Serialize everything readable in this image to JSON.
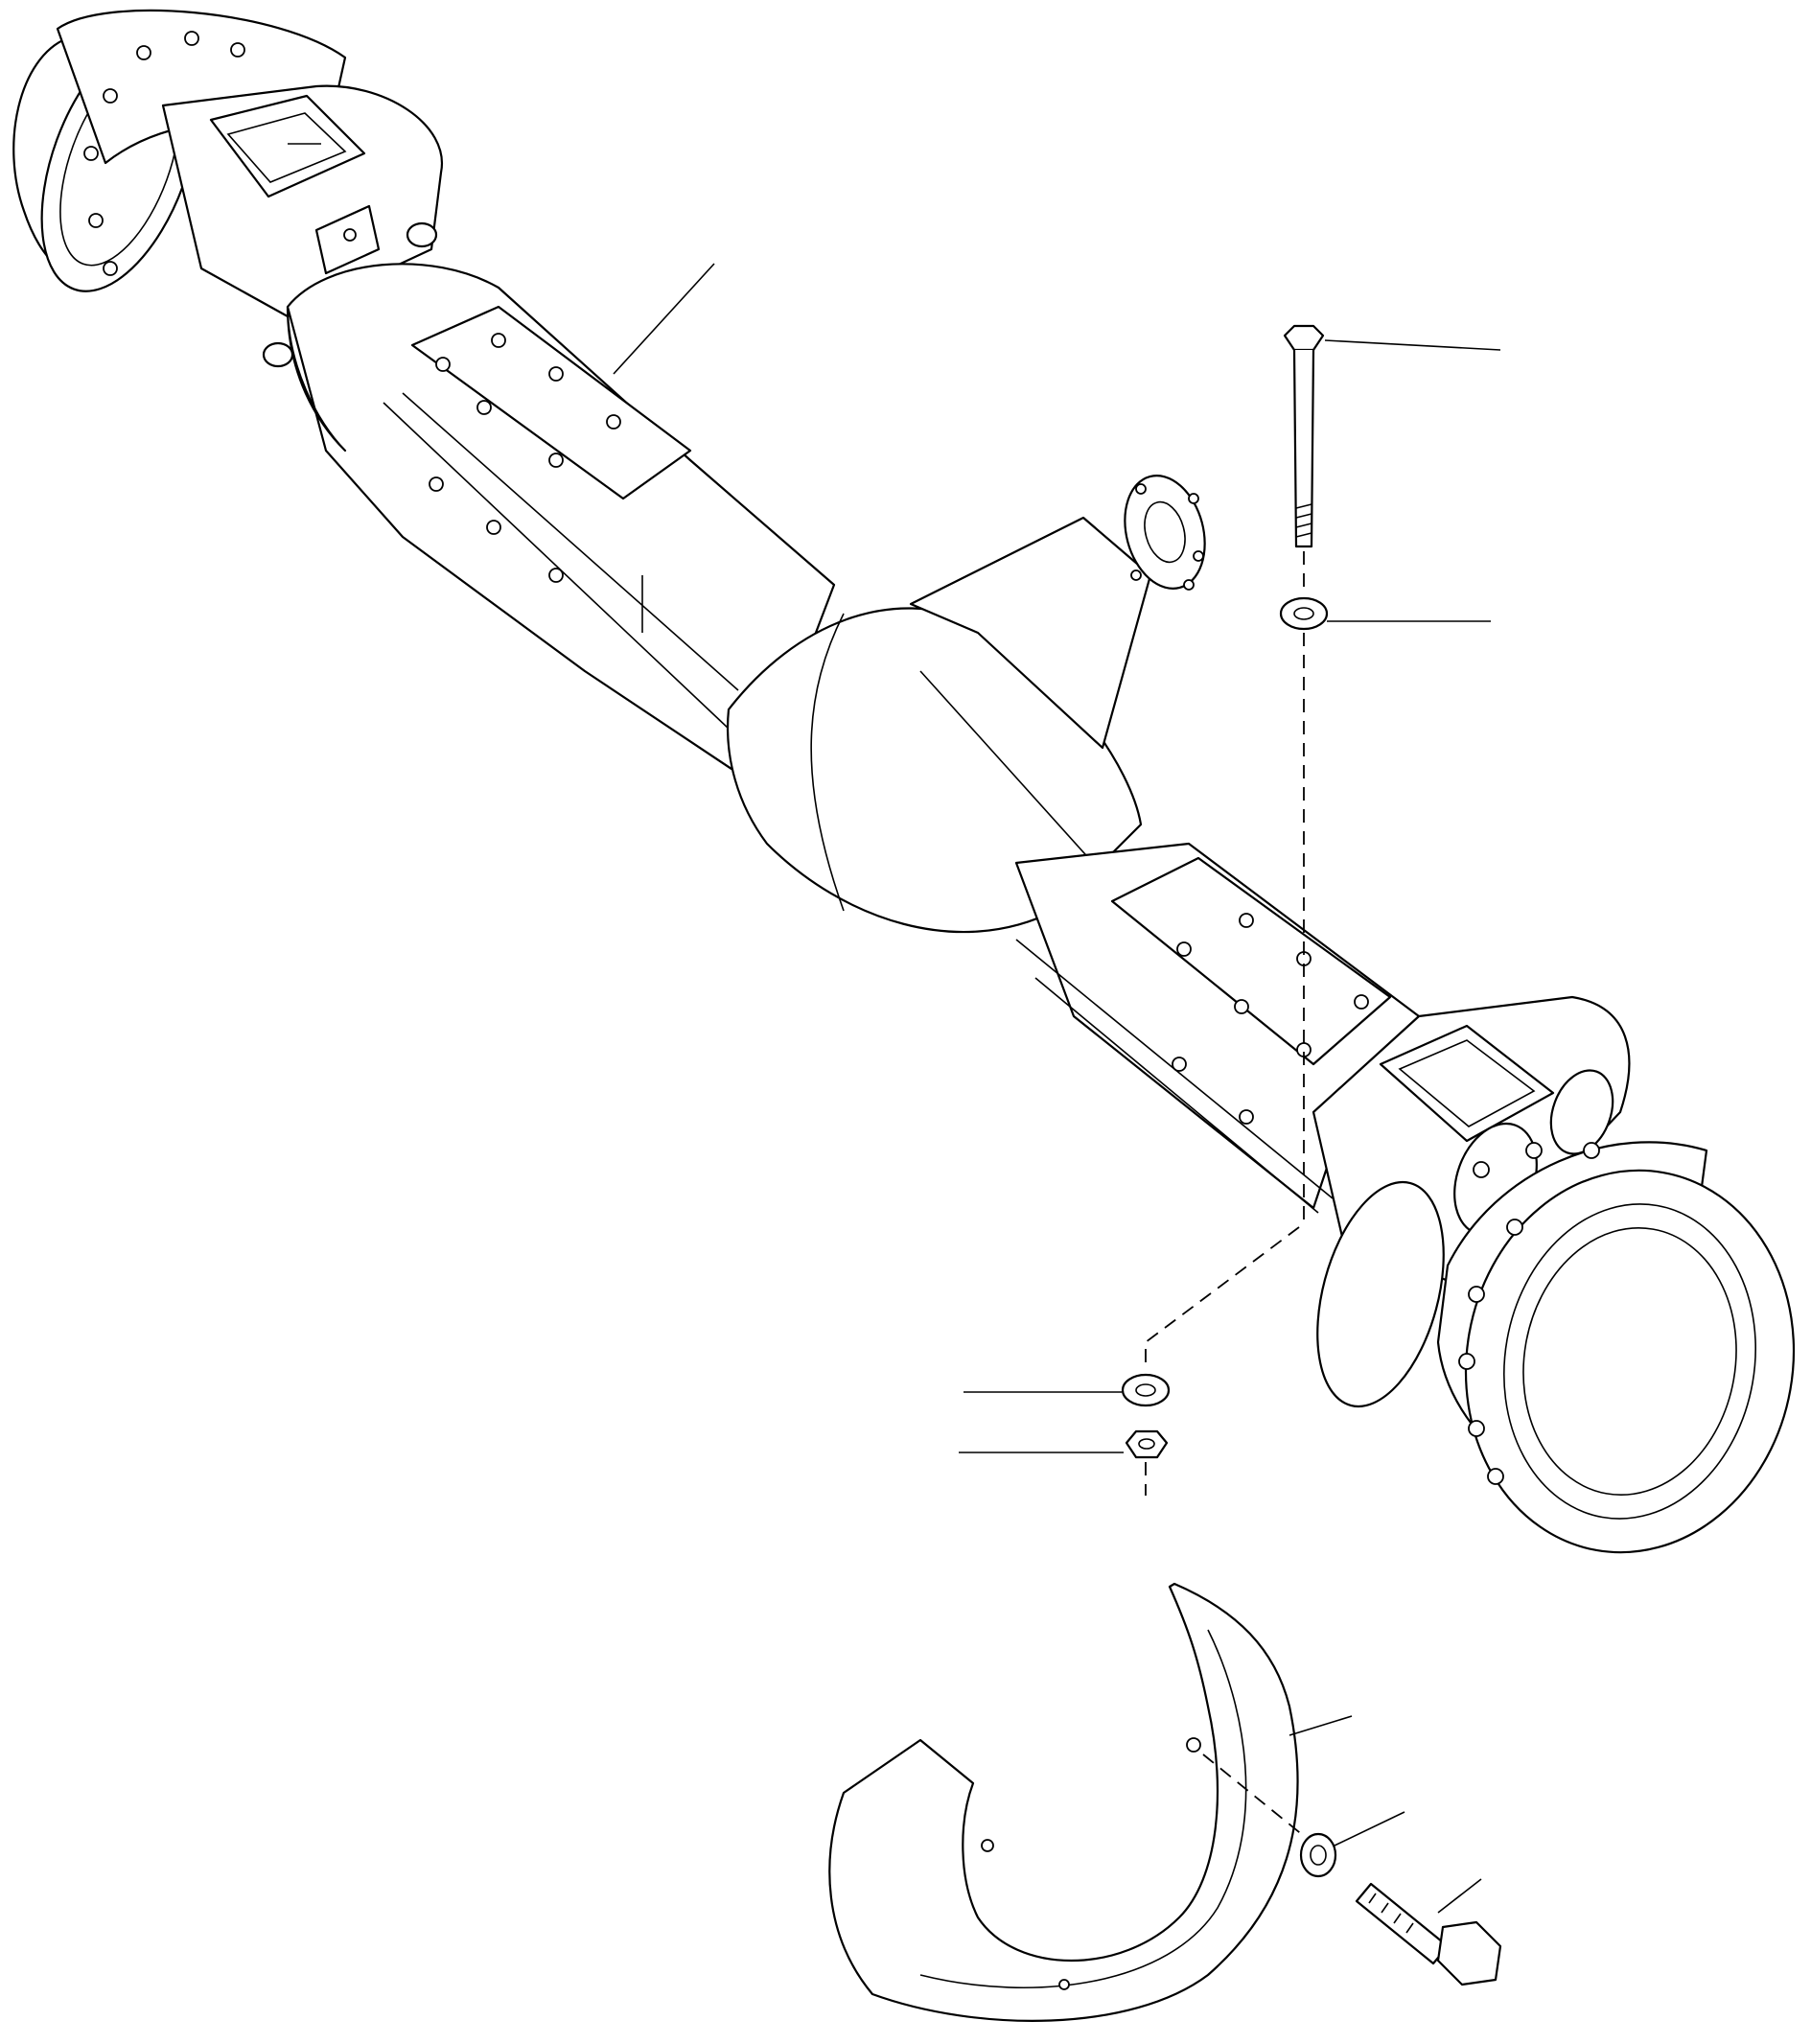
{
  "diagram": {
    "line_color": "#000000",
    "background": "#ffffff",
    "components": [
      {
        "id": "axle-housing-assembly",
        "callout": true
      },
      {
        "id": "mounting-bolt",
        "callout": true
      },
      {
        "id": "bolt-washer",
        "callout": true
      },
      {
        "id": "lower-washer",
        "callout": true
      },
      {
        "id": "hex-nut",
        "callout": true
      },
      {
        "id": "brake-guard-cover",
        "callout": true
      },
      {
        "id": "lock-washer",
        "callout": true
      },
      {
        "id": "guard-bolt",
        "callout": true
      }
    ]
  }
}
